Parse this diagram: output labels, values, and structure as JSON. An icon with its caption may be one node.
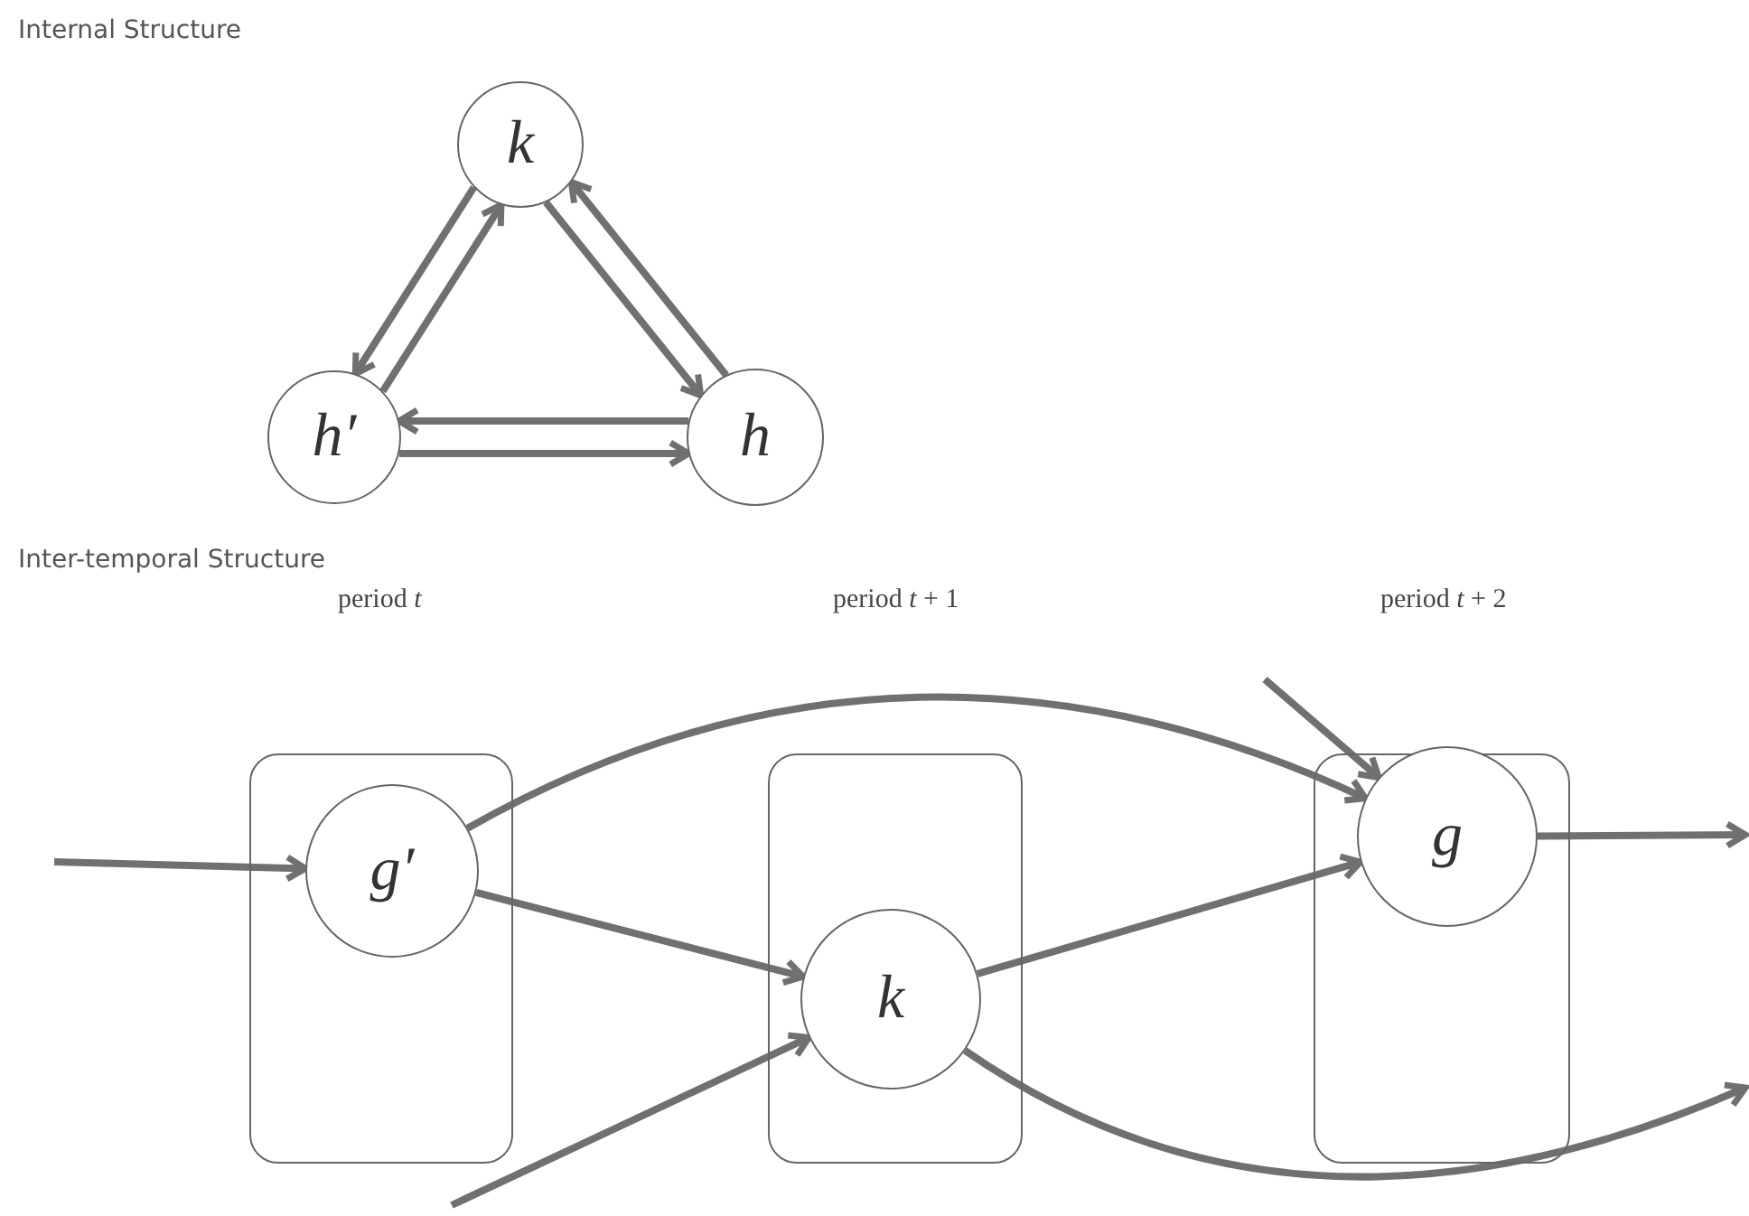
{
  "diagram": {
    "nodes": [
      {
        "text": [
          "k"
        ]
      },
      {
        "text": [
          "h′"
        ]
      },
      {
        "text": [
          "h"
        ]
      },
      {
        "text": [],
        "shape": "box"
      },
      {
        "text": [
          "g′"
        ],
        "in": 3
      },
      {
        "text": [],
        "shape": "box"
      },
      {
        "text": [
          "k"
        ],
        "in": 5
      },
      {
        "text": [],
        "shape": "box"
      },
      {
        "text": [
          "g"
        ],
        "in": 7
      }
    ],
    "edges": [
      {
        "from": 0,
        "to": 1,
        "arrow": "to"
      },
      {
        "from": 1,
        "to": 0,
        "arrow": "to"
      },
      {
        "from": 0,
        "to": 2,
        "arrow": "to"
      },
      {
        "from": 2,
        "to": 0,
        "arrow": "to"
      },
      {
        "from": 2,
        "to": 1,
        "arrow": "to"
      },
      {
        "from": 1,
        "to": 2,
        "arrow": "to"
      },
      {
        "from": null,
        "to": 4,
        "arrow": "to"
      },
      {
        "from": 4,
        "to": 6,
        "arrow": "to"
      },
      {
        "from": null,
        "to": 6,
        "arrow": "to"
      },
      {
        "from": 6,
        "to": 8,
        "arrow": "to"
      },
      {
        "from": 4,
        "to": 8,
        "arrow": "to"
      },
      {
        "from": null,
        "to": 8,
        "arrow": "to"
      },
      {
        "from": 8,
        "to": null,
        "arrow": "to"
      },
      {
        "from": 6,
        "to": null,
        "arrow": "to"
      }
    ],
    "labels": [
      "Internal Structure",
      "Inter-temporal Structure",
      "period *t*",
      "period *t* + 1",
      "period *t* + 2"
    ]
  }
}
